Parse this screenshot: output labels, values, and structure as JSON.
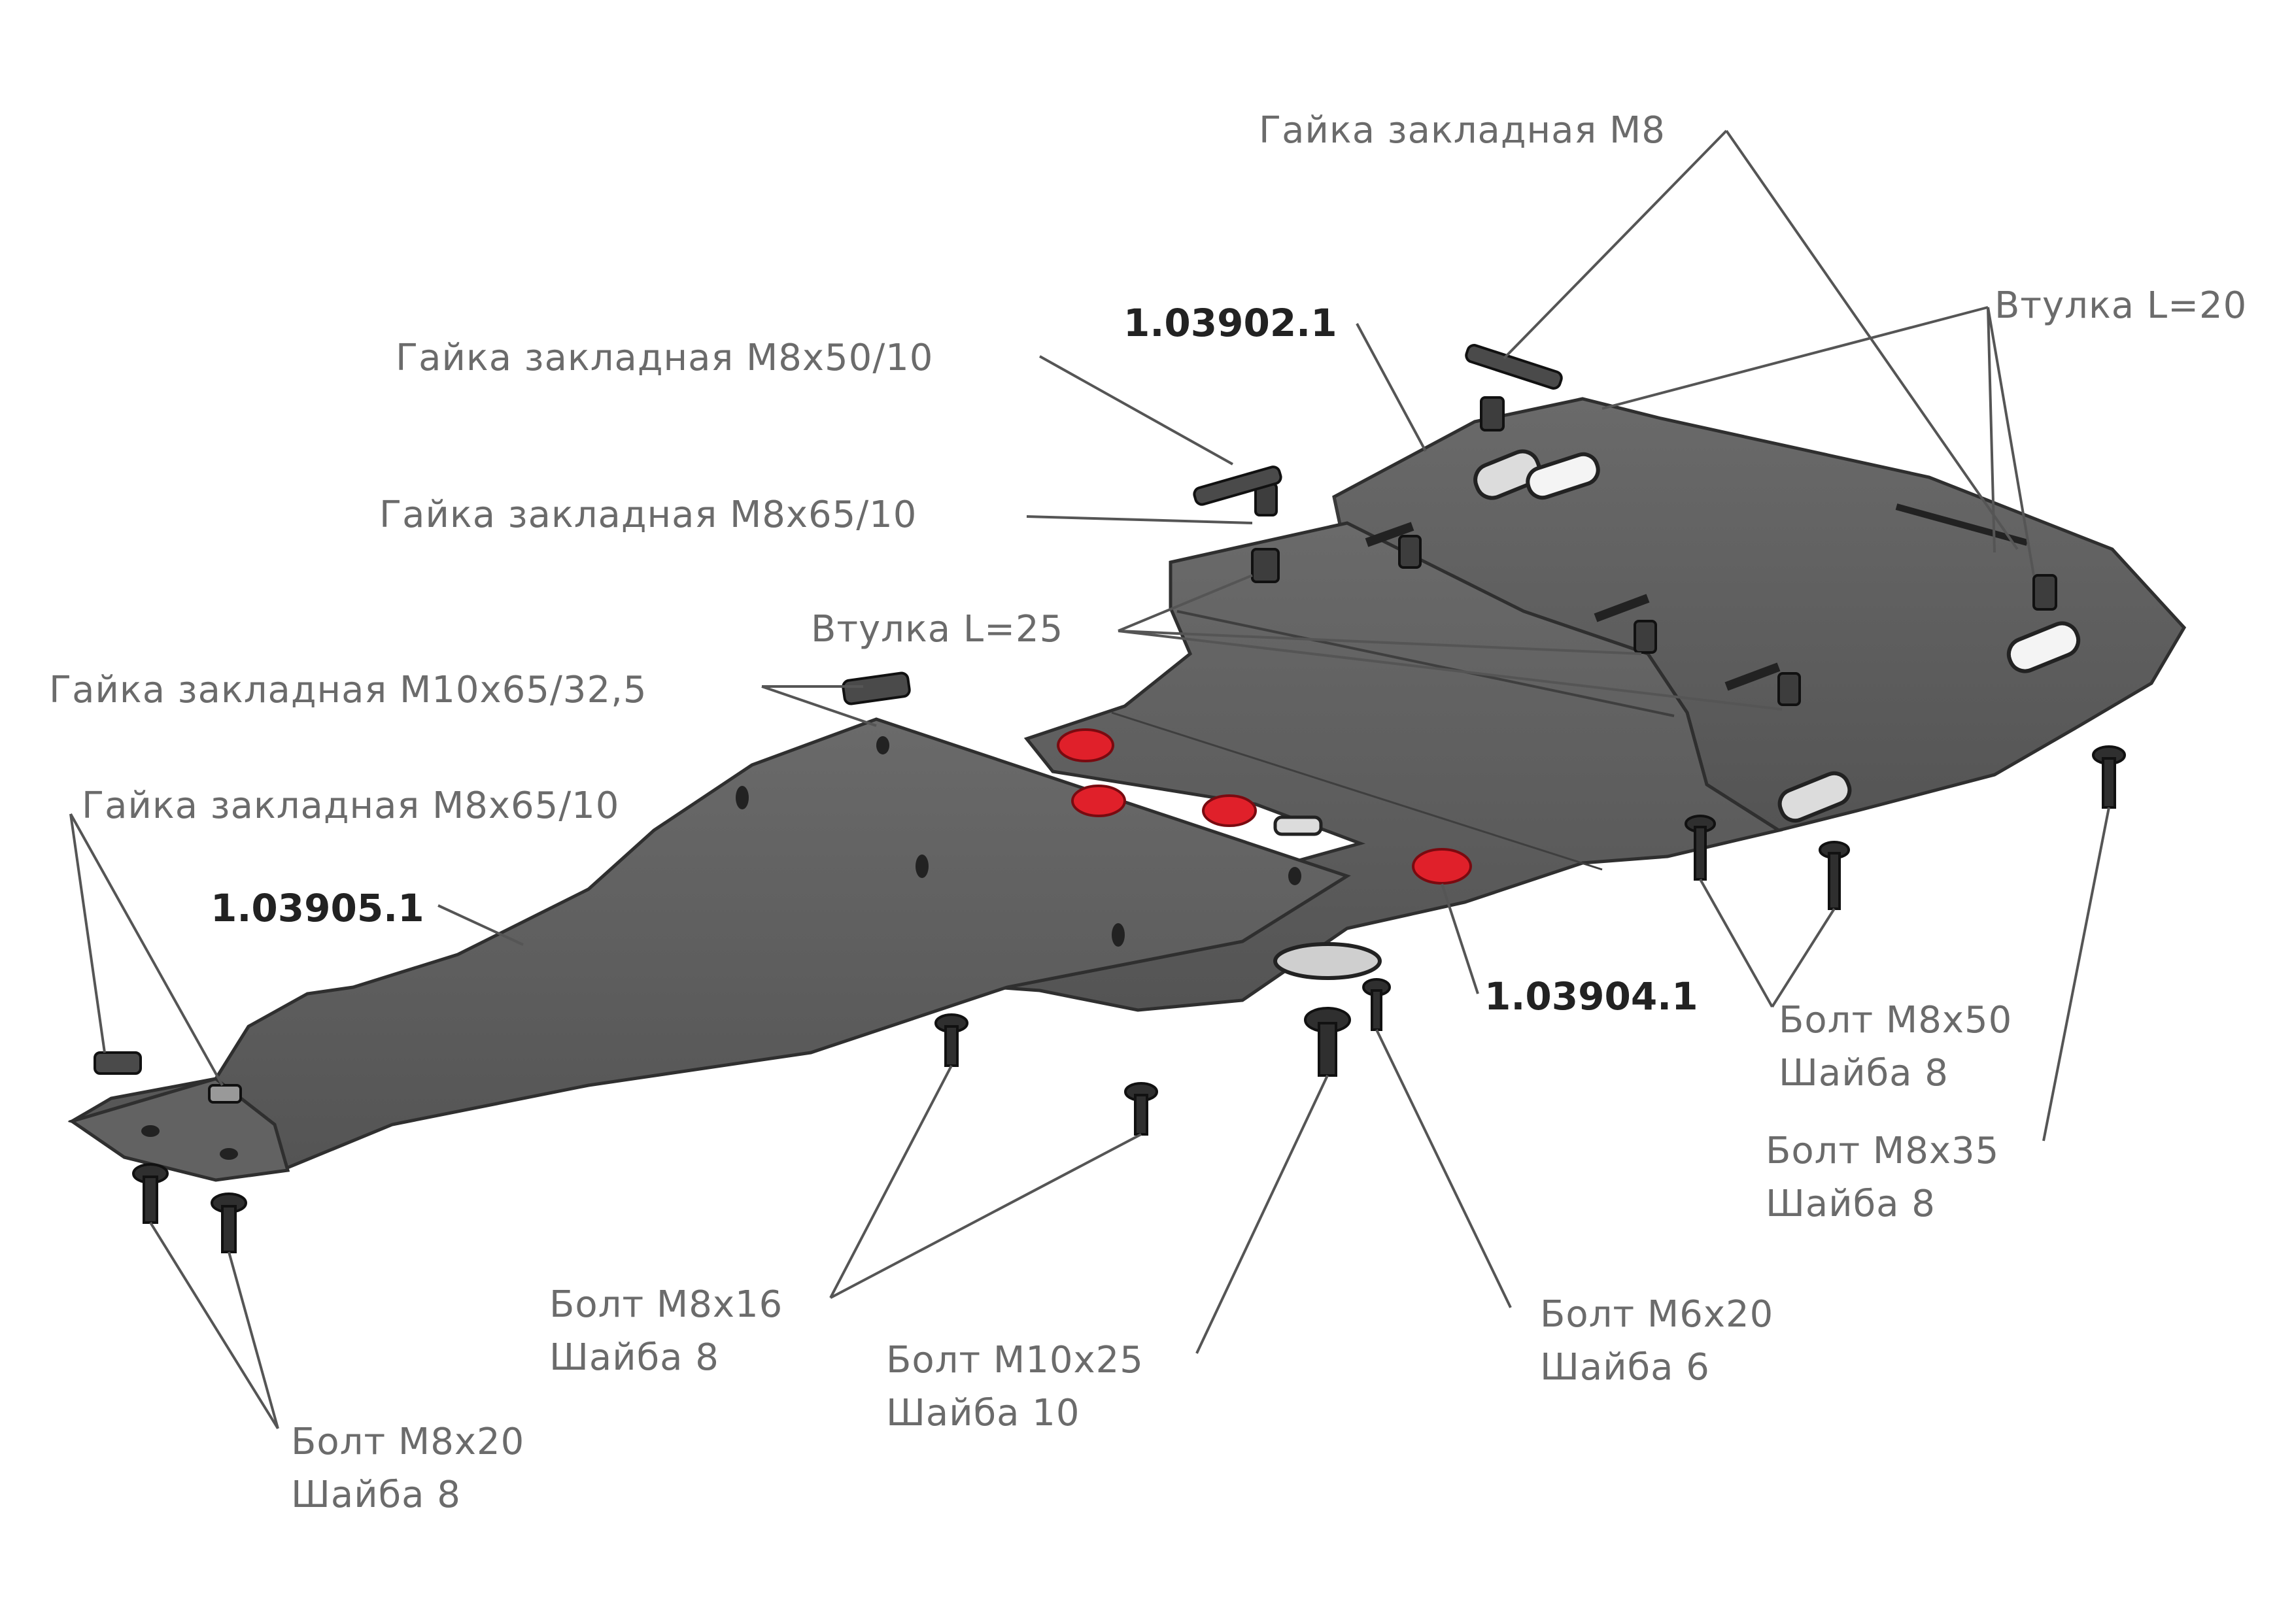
{
  "labels": {
    "nut_m8": "Гайка закладная М8",
    "bushing_l20": "Втулка L=20",
    "part_03902": "1.03902.1",
    "nut_m8x50": "Гайка закладная М8x50/10",
    "nut_m8x65_top": "Гайка закладная М8x65/10",
    "bushing_l25": "Втулка L=25",
    "nut_m10x65": "Гайка закладная М10x65/32,5",
    "nut_m8x65_left": "Гайка закладная М8x65/10",
    "part_03905": "1.03905.1",
    "part_03904": "1.03904.1",
    "bolt_m8x50": "Болт М8x50",
    "washer_8_a": "Шайба 8",
    "bolt_m8x35": "Болт М8x35",
    "washer_8_b": "Шайба 8",
    "bolt_m8x16": "Болт М8x16",
    "washer_8_c": "Шайба 8",
    "bolt_m6x20": "Болт М6x20",
    "washer_6": "Шайба 6",
    "bolt_m10x25": "Болт М10x25",
    "washer_10": "Шайба 10",
    "bolt_m8x20": "Болт М8x20",
    "washer_8_d": "Шайба 8"
  },
  "colors": {
    "plate": "#5c5c5c",
    "plate_edge": "#2f2f2f",
    "plug": "#e0202a",
    "leader": "#555555",
    "label": "#6b6b6b"
  }
}
